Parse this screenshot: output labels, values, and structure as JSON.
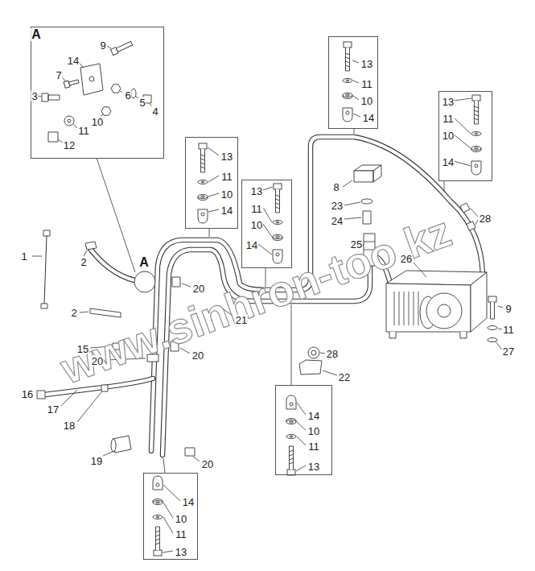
{
  "diagram": {
    "nodes": [
      {
        "text": [
          "A",
          "9",
          "14",
          "7",
          "3",
          "6",
          "5",
          "4",
          "10",
          "11",
          "12"
        ]
      },
      {
        "text": [
          "13",
          "11",
          "10",
          "14"
        ]
      },
      {
        "text": [
          "13",
          "11",
          "10",
          "14"
        ]
      },
      {
        "text": [
          "13",
          "11",
          "10",
          "14"
        ]
      },
      {
        "text": [
          "13",
          "11",
          "10",
          "14"
        ]
      },
      {
        "text": [
          "14",
          "10",
          "11",
          "13"
        ]
      },
      {
        "text": [
          "14",
          "10",
          "11",
          "13"
        ]
      }
    ],
    "labels": [
      "1",
      "2",
      "A",
      "20",
      "21",
      "2",
      "15",
      "20",
      "16",
      "17",
      "18",
      "19",
      "20",
      "20",
      "8",
      "23",
      "24",
      "25",
      "26",
      "28",
      "28",
      "9",
      "11",
      "27",
      "22",
      "www.sinhron-too.kz"
    ]
  }
}
